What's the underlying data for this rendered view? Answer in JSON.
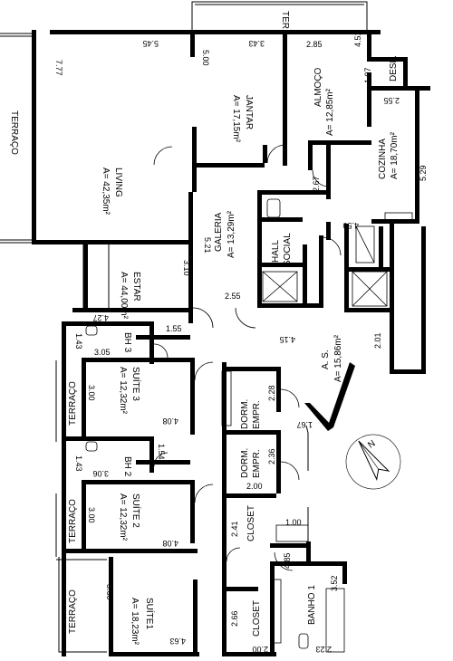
{
  "rooms": {
    "living": {
      "name": "LIVING",
      "area": "A= 42,35m²"
    },
    "jantar": {
      "name": "JANTAR",
      "area": "A= 17,15m²"
    },
    "almoco": {
      "name": "ALMOÇO",
      "area": "A= 12,85m²"
    },
    "desp": {
      "name": "DESP."
    },
    "cozinha": {
      "name": "COZINHA",
      "area": "A= 18,70m²"
    },
    "galeria": {
      "name": "GALERIA",
      "area": "A= 13,29m²"
    },
    "hall": {
      "line1": "HALL",
      "line2": "SOCIAL"
    },
    "estar": {
      "name": "ESTAR",
      "area": "A= 44,00m²"
    },
    "as": {
      "name": "A. S.",
      "area": "A= 15,86m²"
    },
    "bh3": {
      "name": "BH 3"
    },
    "suite3": {
      "name": "SUÍTE 3",
      "area": "A= 12,32m²"
    },
    "dorm1": {
      "line1": "DORM.",
      "line2": "EMPR."
    },
    "dorm2": {
      "line1": "DORM.",
      "line2": "EMPR."
    },
    "bh2": {
      "name": "BH 2"
    },
    "suite2": {
      "name": "SUÍTE 2",
      "area": "A= 12,32m²"
    },
    "closet1": {
      "name": "CLOSET"
    },
    "closet2": {
      "name": "CLOSET"
    },
    "suite1": {
      "name": "SUÍTE1",
      "area": "A= 18,23m²"
    },
    "banho1": {
      "name": "BANHO 1"
    },
    "terraco_main": {
      "name": "TERRAÇO"
    },
    "terraco_s3": {
      "name": "TERRAÇO"
    },
    "terraco_s2": {
      "name": "TERRAÇO"
    },
    "terraco_s1": {
      "name": "TERRAÇO"
    },
    "ter": {
      "name": "TER."
    }
  },
  "dimensions": {
    "d777": "7.77",
    "d545": "5.45",
    "d500": "5.00",
    "d343": "3.43",
    "d285": "2.85",
    "d451": "4.51",
    "d107": "1.07",
    "d255a": "2.55",
    "d529": "5.29",
    "d267": "2.67",
    "d450": "4.50",
    "d521": "5.21",
    "d310": "3.10",
    "d255b": "2.55",
    "d427": "4.27",
    "d143a": "1.43",
    "d155": "1.55",
    "d305": "3.05",
    "d415": "4.15",
    "d201": "2.01",
    "d300a": "3.00",
    "d228": "2.28",
    "d408a": "4.08",
    "d167": "1.67",
    "d143b": "1.43",
    "d154": "1.54",
    "d306": "3.06",
    "d236": "2.36",
    "d200a": "2.00",
    "d300b": "3.00",
    "d241": "2.41",
    "d100": "1.00",
    "d408b": "4.08",
    "d485": "4.85",
    "d360": "3.60",
    "d352": "3.52",
    "d266": "2.66",
    "d463": "4.63",
    "d200b": "2.00",
    "d223": "2.23"
  },
  "north": {
    "label": "N"
  }
}
